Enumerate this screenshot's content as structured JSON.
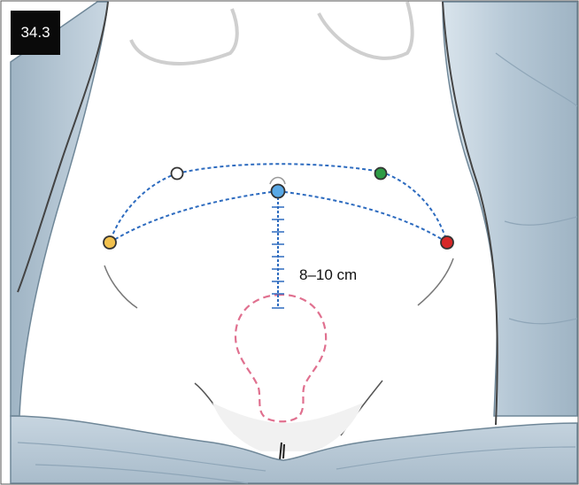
{
  "figure": {
    "number": "34.3",
    "measurement_label": "8–10 cm"
  },
  "colors": {
    "drape": "#b6c8d6",
    "drape_shadow": "#8fa6b8",
    "body_outline": "#555555",
    "port_path": "#2d6bbf",
    "uterus_outline": "#e0708f",
    "port_camera": "#5aa9e6",
    "port_left_upper": "#ffffff",
    "port_right_upper": "#2e9b45",
    "port_left_lower": "#f2c14e",
    "port_right_lower": "#d62828"
  },
  "ports": [
    {
      "name": "umbilical-camera-port"
    },
    {
      "name": "left-upper-port"
    },
    {
      "name": "right-upper-port"
    },
    {
      "name": "left-lower-port"
    },
    {
      "name": "right-lower-port"
    }
  ]
}
